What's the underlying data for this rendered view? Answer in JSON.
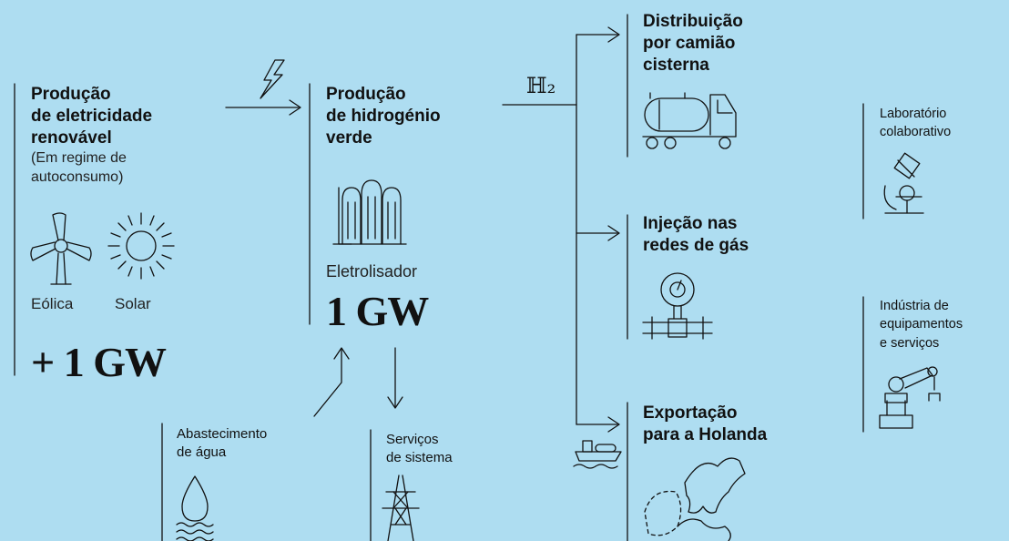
{
  "production_electricity": {
    "title_1": "Produção",
    "title_2": "de eletricidade",
    "title_3": "renovável",
    "sub_1": "(Em regime de",
    "sub_2": "autoconsumo)",
    "wind_label": "Eólica",
    "solar_label": "Solar",
    "capacity": "+ 1 GW"
  },
  "production_hydrogen": {
    "title_1": "Produção",
    "title_2": "de hidrogénio",
    "title_3": "verde",
    "electrolyser_label": "Eletrolisador",
    "capacity": "1 GW"
  },
  "h2_symbol": "ℍ₂",
  "inputs": {
    "water_1": "Abastecimento",
    "water_2": "de água",
    "services_1": "Serviços",
    "services_2": "de sistema"
  },
  "destinations": {
    "truck_1": "Distribuição",
    "truck_2": "por camião",
    "truck_3": "cisterna",
    "gas_1": "Injeção nas",
    "gas_2": "redes de gás",
    "export_1": "Exportação",
    "export_2": "para a Holanda"
  },
  "side": {
    "lab_1": "Laboratório",
    "lab_2": "colaborativo",
    "industry_1": "Indústria de",
    "industry_2": "equipamentos",
    "industry_3": "e serviços"
  },
  "colors": {
    "background": "#aeddf1",
    "ink": "#111111"
  }
}
